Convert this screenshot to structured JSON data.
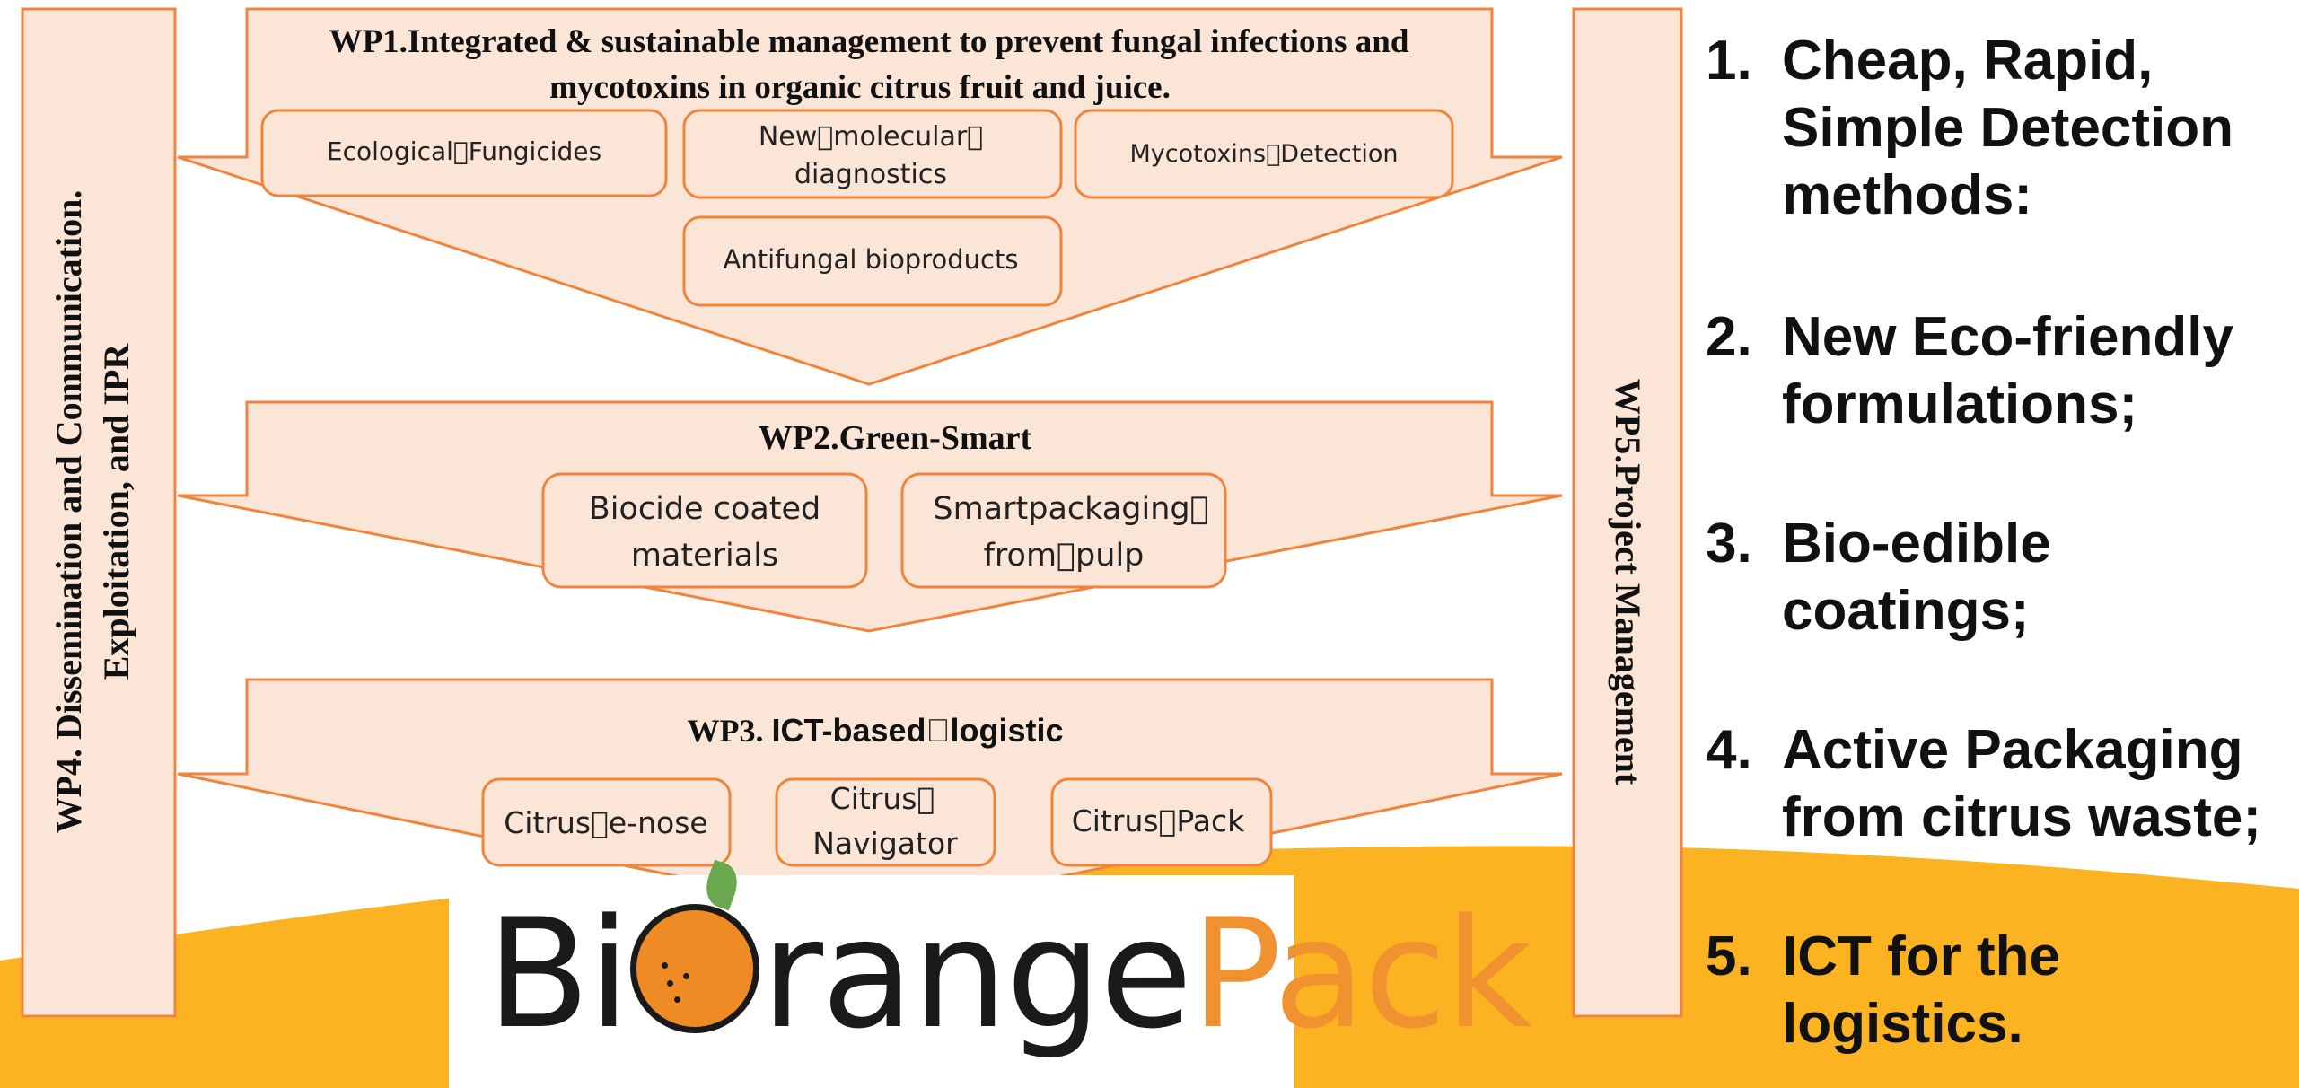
{
  "colors": {
    "panel_fill": "#fbe5d6",
    "panel_stroke": "#f0843c",
    "wave": "#fbb321",
    "logo_orange": "#f0922f"
  },
  "wp1": {
    "title_line1": "WP1.Integrated & sustainable management to prevent fungal infections  and",
    "title_line2": "mycotoxins in organic citrus fruit and juice.",
    "boxes": {
      "eco": "Ecological\u0000Fungicides",
      "diag_line1": "New\u0000molecular\u0000",
      "diag_line2": "diagnostics",
      "myco": "Mycotoxins\u0000Detection",
      "antifungal": "Antifungal bioproducts"
    }
  },
  "wp2": {
    "title": "WP2.Green-Smart",
    "boxes": {
      "biocide_line1": "Biocide coated",
      "biocide_line2": "materials",
      "smart_line1": "Smartpackaging\u0000",
      "smart_line2": "from\u0000pulp"
    }
  },
  "wp3": {
    "title_a": "WP3. ",
    "title_b": "ICT-based\u0000logistic",
    "boxes": {
      "enose": "Citrus\u0000e-nose",
      "nav_line1": "Citrus\u0000",
      "nav_line2": "Navigator",
      "pack": "Citrus\u0000Pack"
    }
  },
  "wp4": {
    "line1": "WP4. Dissemination and Communication.",
    "line2": "Exploitation, and IPR"
  },
  "wp5": {
    "label": "WP5.Project Management"
  },
  "logo": {
    "part_a": "Bi",
    "part_b": "range",
    "part_c": "Pack"
  },
  "goals": [
    {
      "num": "1.",
      "lines": [
        "Cheap, Rapid,",
        "Simple Detection",
        "methods:"
      ]
    },
    {
      "num": "2.",
      "lines": [
        "New Eco-friendly",
        "formulations;"
      ]
    },
    {
      "num": "3.",
      "lines": [
        "Bio-edible",
        "coatings;"
      ]
    },
    {
      "num": "4.",
      "lines": [
        "Active Packaging",
        "from citrus waste;"
      ]
    },
    {
      "num": "5.",
      "lines": [
        "ICT for the",
        "logistics."
      ]
    }
  ]
}
